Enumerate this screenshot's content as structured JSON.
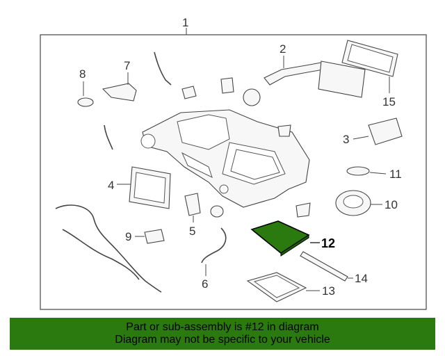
{
  "diagram": {
    "assembly_label": "1",
    "highlighted_part": "12",
    "callouts": {
      "c1": "1",
      "c2": "2",
      "c3": "3",
      "c4": "4",
      "c5": "5",
      "c6": "6",
      "c7": "7",
      "c8": "8",
      "c9": "9",
      "c10": "10",
      "c11": "11",
      "c12": "12",
      "c13": "13",
      "c14": "14",
      "c15": "15"
    },
    "highlight_color": "#2a7a10"
  },
  "banner": {
    "line1": "Part or sub-assembly is #12 in diagram",
    "line2": "Diagram may not be specific to your vehicle",
    "background": "#2a7a10"
  }
}
